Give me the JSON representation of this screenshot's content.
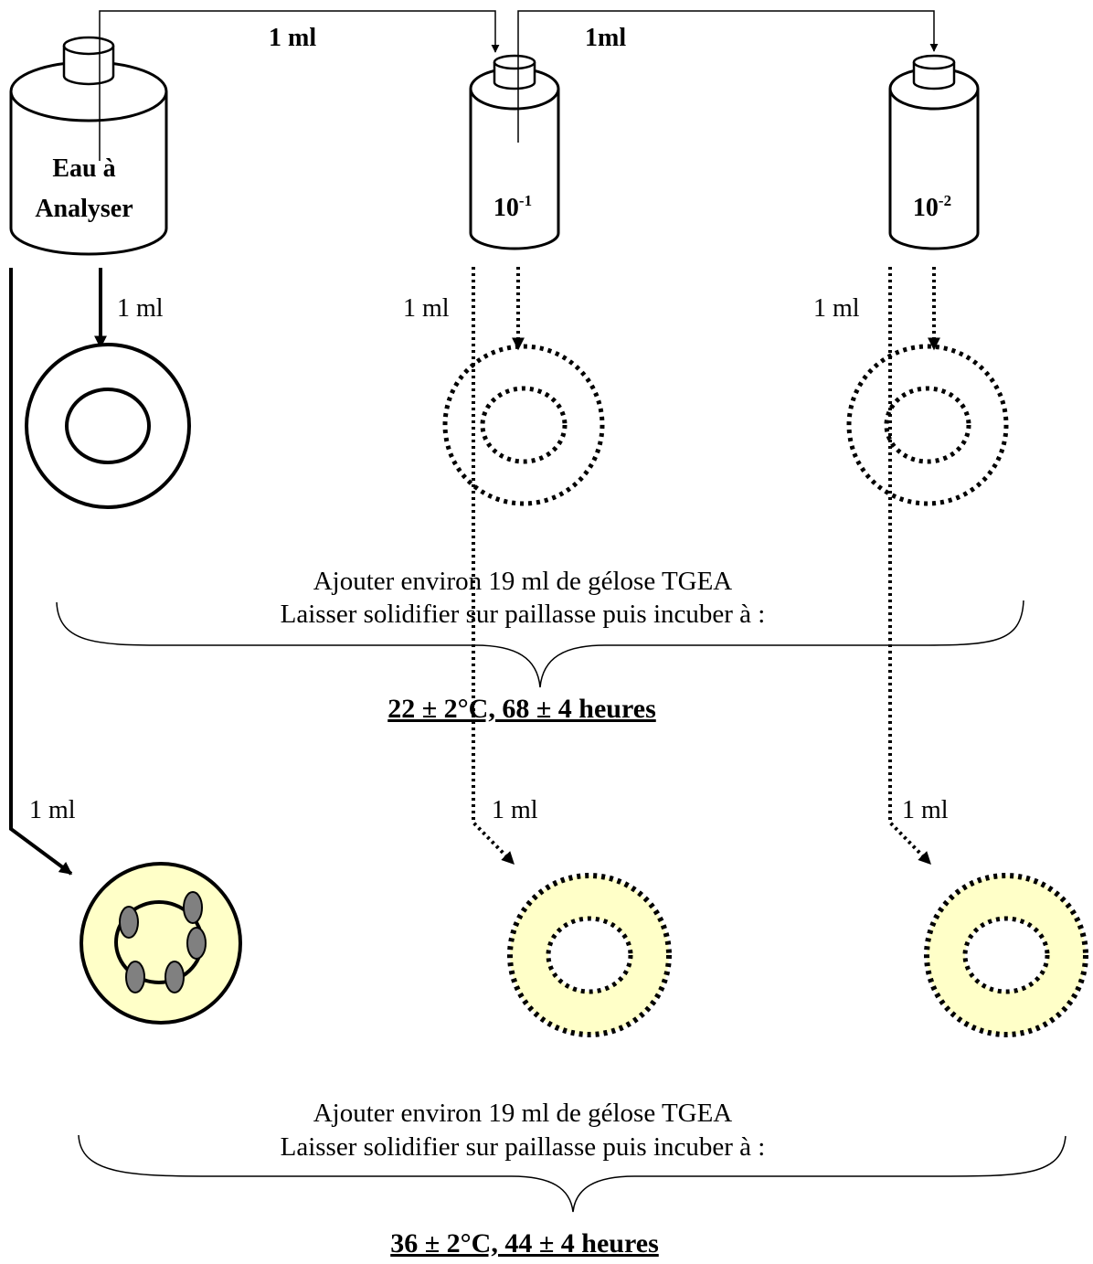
{
  "bottles": {
    "sample_line1": "Eau à",
    "sample_line2": "Analyser",
    "dil1_base": "10",
    "dil1_exp": "-1",
    "dil2_base": "10",
    "dil2_exp": "-2"
  },
  "transfers": {
    "top_first": "1 ml",
    "top_second": "1ml",
    "row1_volume": "1 ml",
    "row2_volume": "1 ml"
  },
  "stage1": {
    "instruction_line1": "Ajouter environ 19 ml de gélose TGEA",
    "instruction_line2": "Laisser solidifier sur paillasse puis incuber à :",
    "incubation": "22 ± 2°C,  68 ± 4 heures"
  },
  "stage2": {
    "instruction_line1": "Ajouter environ 19 ml de gélose TGEA",
    "instruction_line2": "Laisser solidifier sur paillasse puis incuber à :",
    "incubation": "36 ± 2°C,  44 ± 4 heures"
  },
  "colors": {
    "agar_fill": "#FFFFC8",
    "colony_fill": "#808080",
    "stroke": "#000000"
  }
}
